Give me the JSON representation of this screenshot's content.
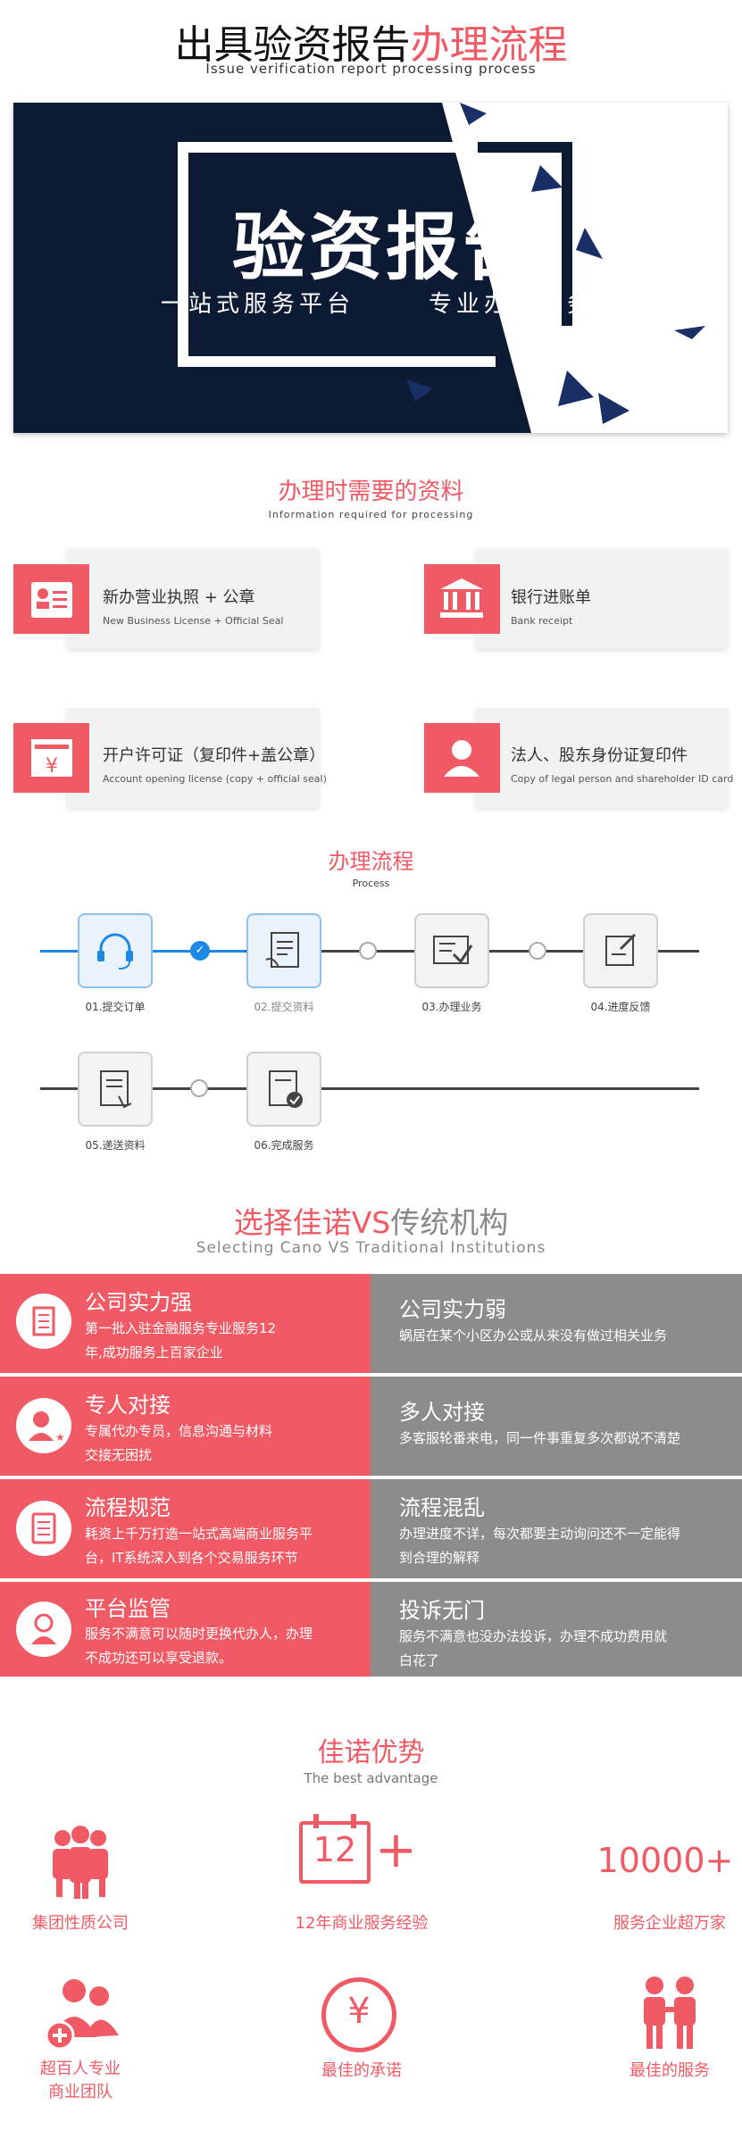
{
  "header": {
    "title_dark": "出具验资报告",
    "title_red": "办理流程",
    "subtitle": "Issue verification report processing process"
  },
  "banner": {
    "title": "验资报告",
    "slogan_left": "一站式服务平台",
    "slogan_right": "专业办理服务"
  },
  "materials": {
    "title": "办理时需要的资料",
    "subtitle": "Information required for processing",
    "items": [
      {
        "title": "新办营业执照 + 公章",
        "sub": "New Business License + Official Seal",
        "icon": "id-card-icon"
      },
      {
        "title": "银行进账单",
        "sub": "Bank receipt",
        "icon": "bank-icon"
      },
      {
        "title": "开户许可证（复印件+盖公章）",
        "sub": "Account opening license (copy + official seal)",
        "icon": "yen-document-icon"
      },
      {
        "title": "法人、股东身份证复印件",
        "sub": "Copy of legal person and shareholder ID card",
        "icon": "person-icon"
      }
    ]
  },
  "process": {
    "title": "办理流程",
    "subtitle": "Process",
    "steps": [
      "01.提交订单",
      "02.提交资料",
      "03.办理业务",
      "04.进度反馈",
      "05.递送资料",
      "06.完成服务"
    ]
  },
  "compare": {
    "title_red": "选择佳诺",
    "title_vs": "VS",
    "title_gray": "传统机构",
    "subtitle": "Selecting Cano VS Traditional Institutions",
    "rows": [
      {
        "left_title": "公司实力强",
        "left_lines": [
          "第一批入驻金融服务专业服务12",
          "年,成功服务上百家企业"
        ],
        "right_title": "公司实力弱",
        "right_lines": [
          "蜗居在某个小区办公或从来没有做过相关业务"
        ]
      },
      {
        "left_title": "专人对接",
        "left_lines": [
          "专属代办专员，信息沟通与材料",
          "交接无困扰"
        ],
        "right_title": "多人对接",
        "right_lines": [
          "多客服轮番来电，同一件事重复多次都说不清楚"
        ]
      },
      {
        "left_title": "流程规范",
        "left_lines": [
          "耗资上千万打造一站式高端商业服务平",
          "台，IT系统深入到各个交易服务环节"
        ],
        "right_title": "流程混乱",
        "right_lines": [
          "办理进度不详，每次都要主动询问还不一定能得",
          "到合理的解释"
        ]
      },
      {
        "left_title": "平台监管",
        "left_lines": [
          "服务不满意可以随时更换代办人，办理",
          "不成功还可以享受退款。"
        ],
        "right_title": "投诉无门",
        "right_lines": [
          "服务不满意也没办法投诉，办理不成功费用就",
          "白花了"
        ]
      }
    ]
  },
  "advantage": {
    "title": "佳诺优势",
    "subtitle": "The best advantage",
    "items": [
      {
        "label": "集团性质公司",
        "icon": "group-people-icon"
      },
      {
        "label": "12年商业服务经验",
        "icon": "calendar-12-icon",
        "big": "12"
      },
      {
        "label": "服务企业超万家",
        "big": "10000+"
      },
      {
        "label_lines": [
          "超百人专业",
          "商业团队"
        ],
        "icon": "team-plus-icon"
      },
      {
        "label": "最佳的承诺",
        "icon": "yen-coin-icon"
      },
      {
        "label": "最佳的服务",
        "icon": "couple-icon"
      }
    ]
  },
  "colors": {
    "accent": "#f05a64",
    "navy": "#0d1a33",
    "gray": "#8c8c8c",
    "blue": "#1e88e5"
  }
}
